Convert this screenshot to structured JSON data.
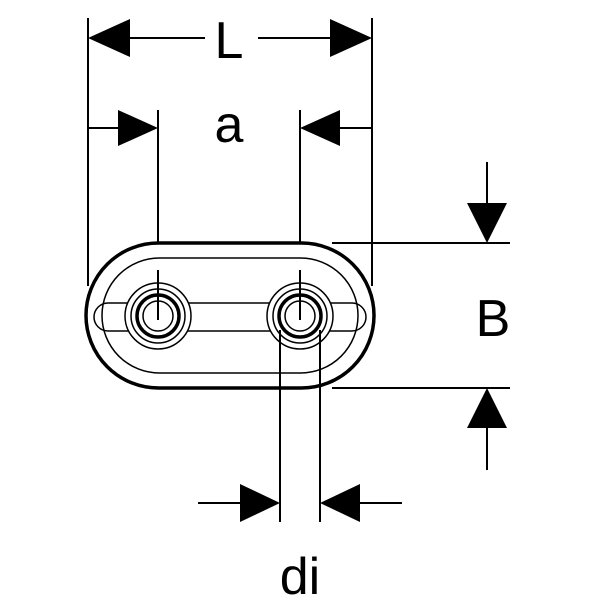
{
  "labels": {
    "length": "L",
    "spacing": "a",
    "width": "B",
    "inner_diameter": "di"
  },
  "colors": {
    "line": "#000000",
    "background": "#ffffff"
  }
}
